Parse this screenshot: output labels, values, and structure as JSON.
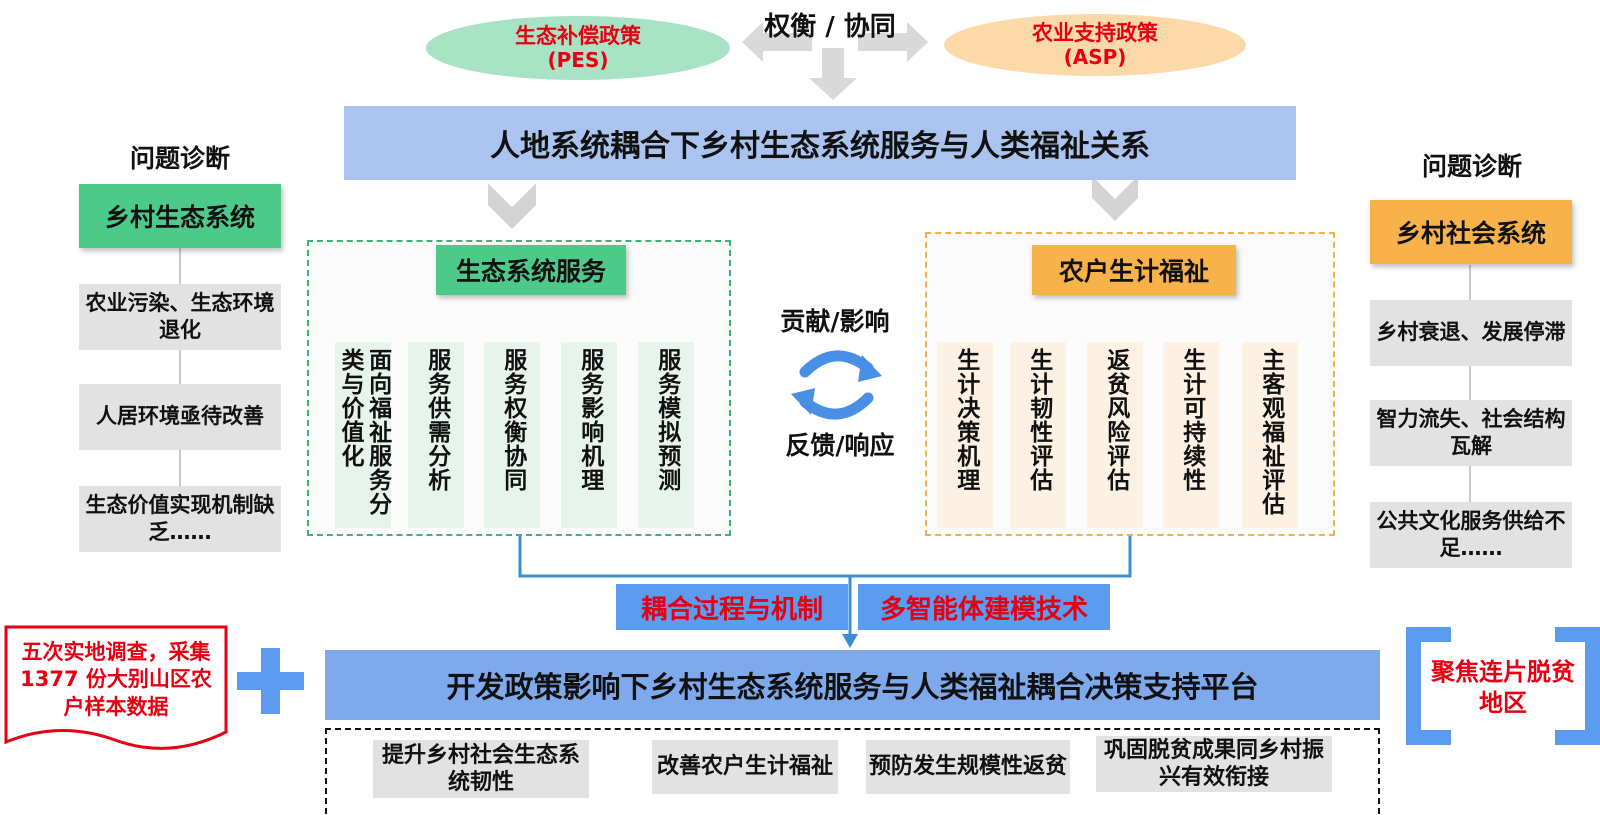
{
  "top": {
    "pes_title": "生态补偿政策",
    "pes_abbr": "(PES)",
    "tradeoff": "权衡 / 协同",
    "asp_title": "农业支持政策",
    "asp_abbr": "(ASP)"
  },
  "main_title": "人地系统耦合下乡村生态系统服务与人类福祉关系",
  "left_side": {
    "diag_title": "问题诊断",
    "system": "乡村生态系统",
    "problems": [
      "农业污染、生态环境退化",
      "人居环境亟待改善",
      "生态价值实现机制缺乏……"
    ]
  },
  "right_side": {
    "diag_title": "问题诊断",
    "system": "乡村社会系统",
    "problems": [
      "乡村衰退、发展停滞",
      "智力流失、社会结构瓦解",
      "公共文化服务供给不足……"
    ]
  },
  "ecosystem_services": {
    "title": "生态系统服务",
    "items": [
      "面向福祉服务分类与价值化",
      "服务供需分析",
      "服务权衡协同",
      "服务影响机理",
      "服务模拟预测"
    ]
  },
  "livelihood": {
    "title": "农户生计福祉",
    "items": [
      "生计决策机理",
      "生计韧性评估",
      "返贫风险评估",
      "生计可持续性",
      "主客观福祉评估"
    ]
  },
  "interaction": {
    "contribution": "贡献/影响",
    "feedback": "反馈/响应"
  },
  "mechanisms": {
    "coupling": "耦合过程与机制",
    "agent": "多智能体建模技术"
  },
  "platform": "开发政策影响下乡村生态系统服务与人类福祉耦合决策支持平台",
  "survey": "五次实地调查，采集1377 份大别山区农户样本数据",
  "focus": "聚焦连片脱贫地区",
  "goals": [
    "提升乡村社会生态系统韧性",
    "改善农户生计福祉",
    "预防发生规模性返贫",
    "巩固脱贫成果同乡村振兴有效衔接"
  ],
  "colors": {
    "accent_red": "#e60012",
    "green": "#4dc98a",
    "orange": "#f8b24a",
    "banner_blue": "#aac4ef",
    "platform_blue": "#7ea9ec"
  }
}
